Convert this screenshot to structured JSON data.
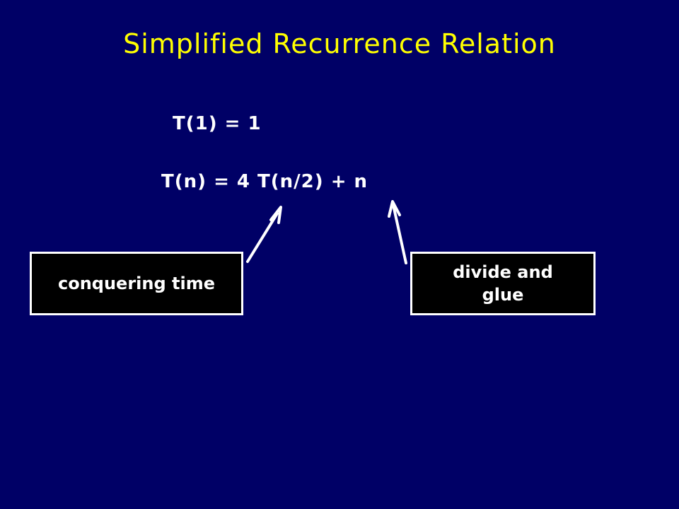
{
  "slide": {
    "title": "Simplified Recurrence Relation",
    "base_case": "T(1) = 1",
    "recurrence": "T(n) = 4 T(n/2) + n",
    "annotations": [
      {
        "label": "conquering time"
      },
      {
        "label": "divide and glue"
      }
    ],
    "colors": {
      "background": "#000066",
      "title": "#ffff00",
      "text": "#ffffff",
      "box_fill": "#000000",
      "box_border": "#ffffff"
    },
    "icons": {
      "left_arrow": "arrow-up-right-icon",
      "right_arrow": "arrow-up-left-icon"
    }
  }
}
